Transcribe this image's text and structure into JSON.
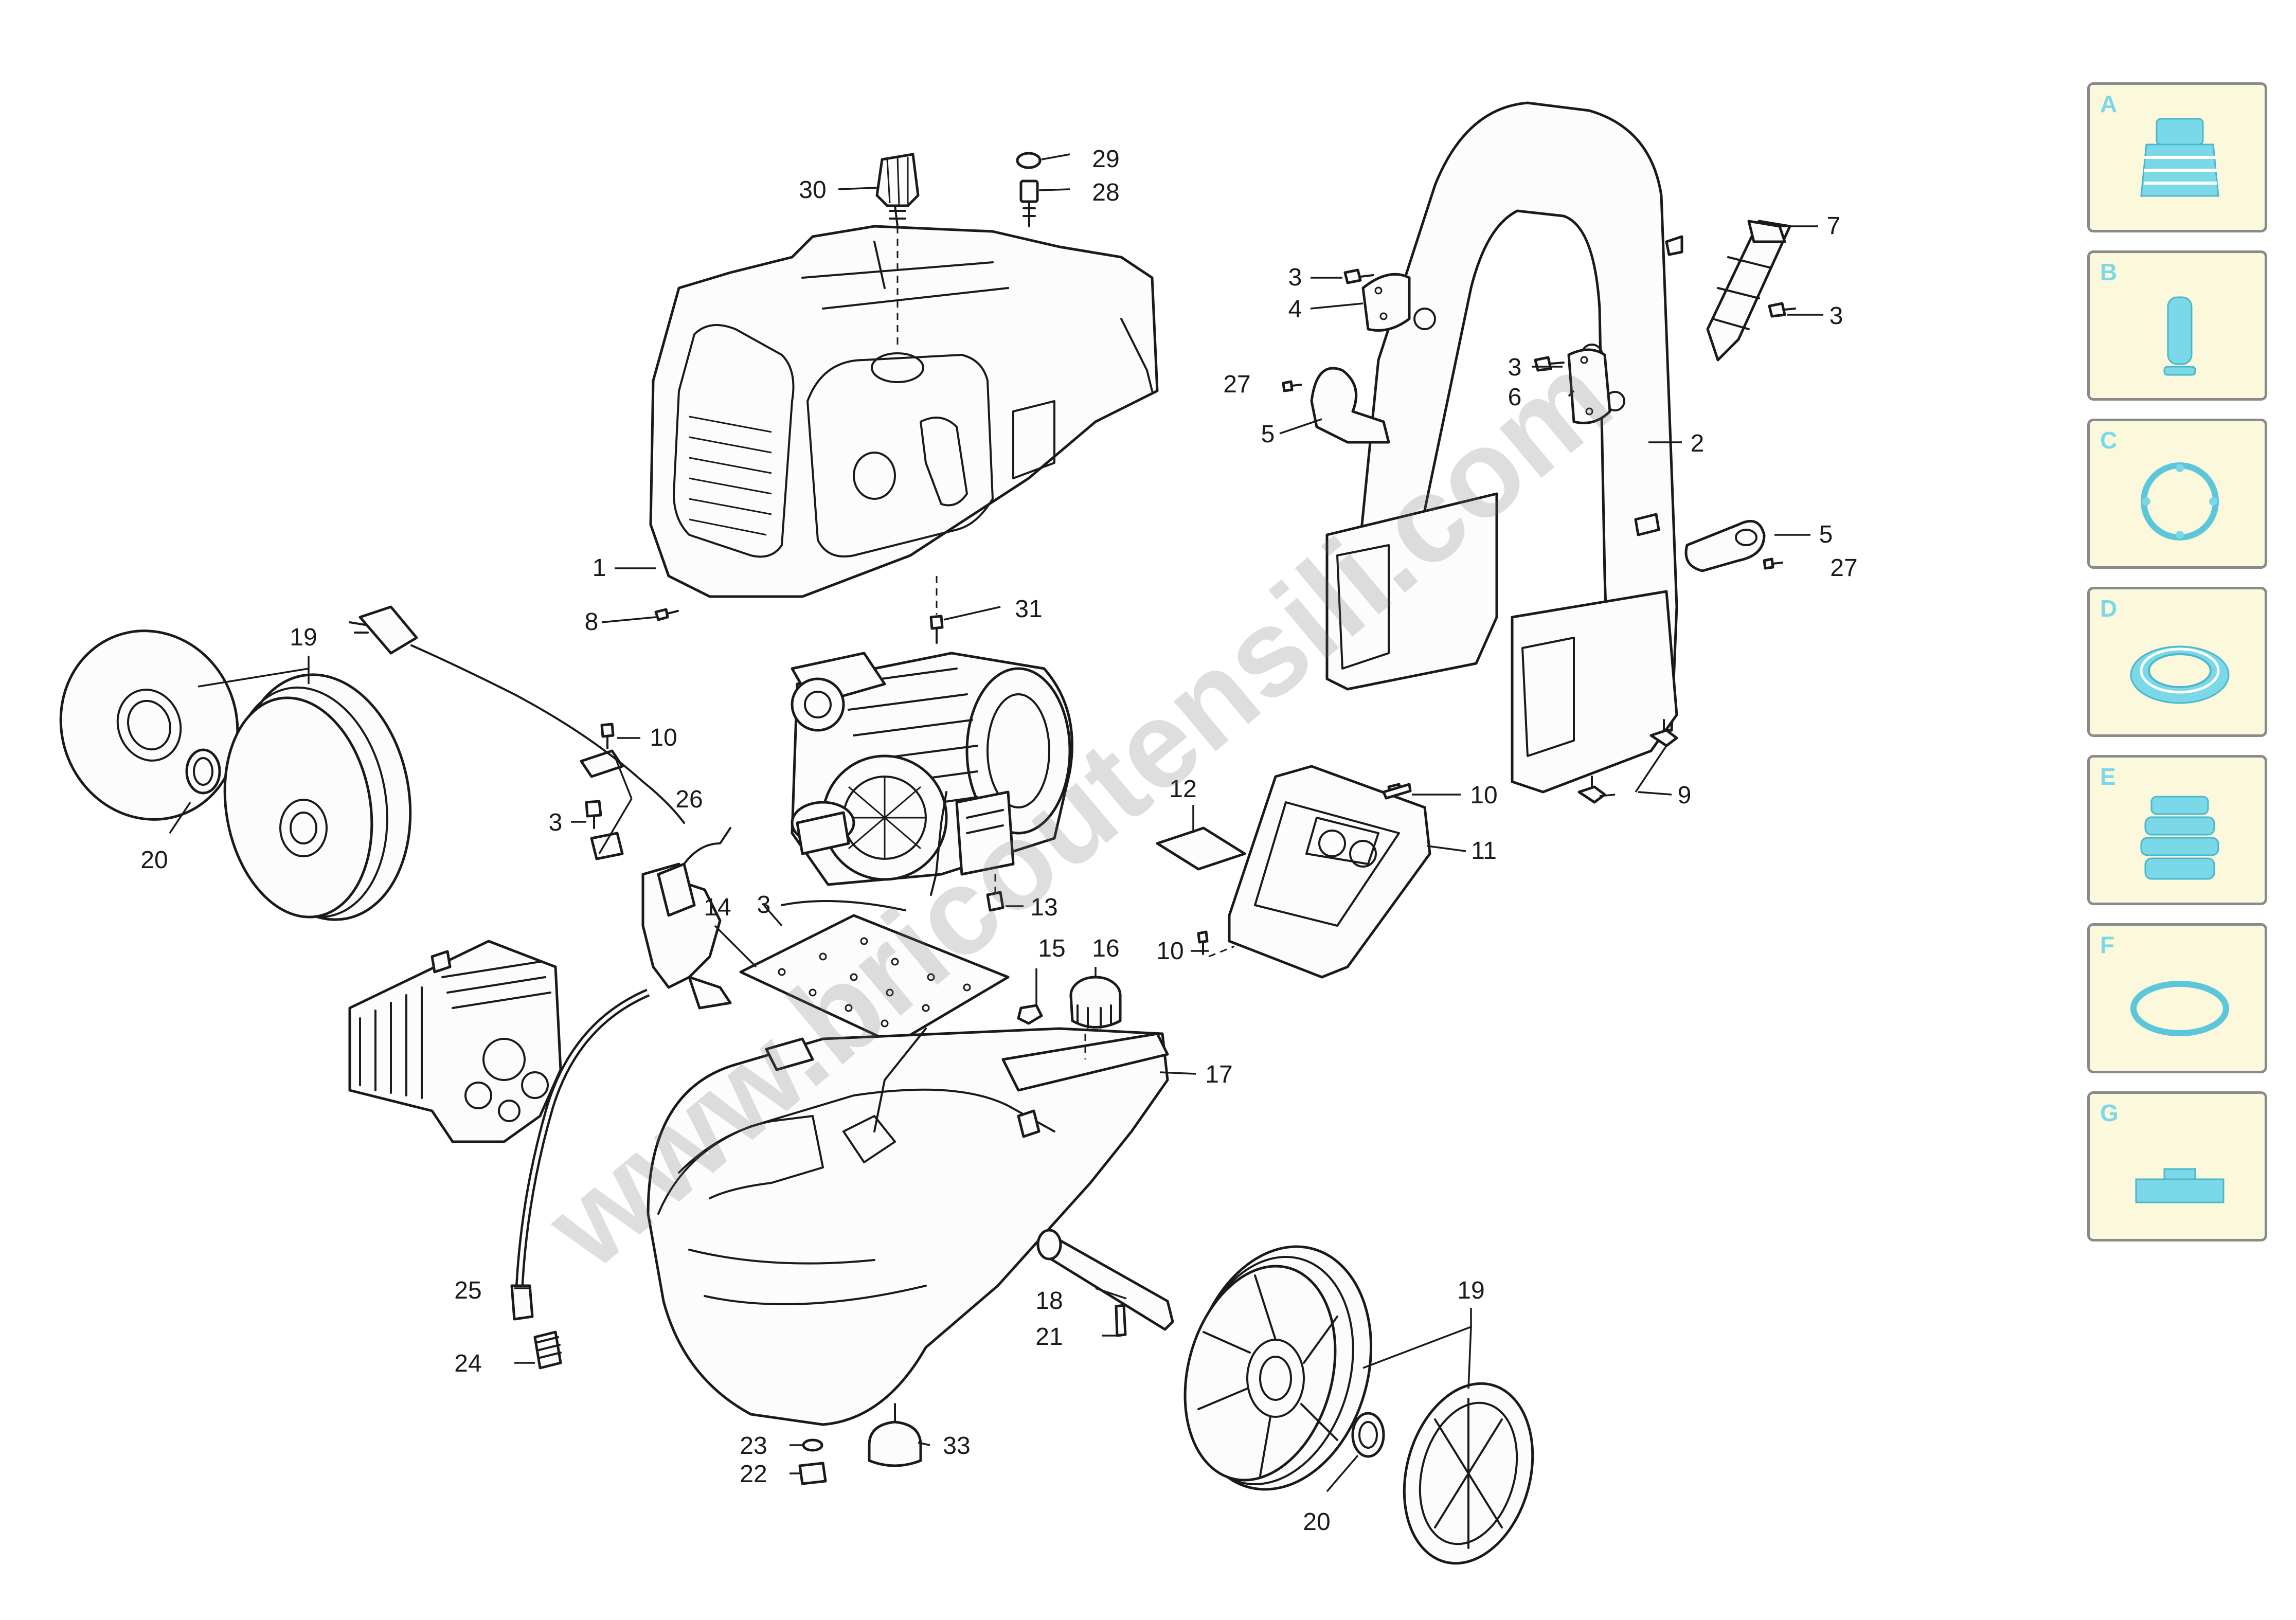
{
  "watermark": "www.bricoutensili.com",
  "callouts": [
    {
      "id": "c1",
      "text": "1"
    },
    {
      "id": "c2",
      "text": "2"
    },
    {
      "id": "c3a",
      "text": "3"
    },
    {
      "id": "c3b",
      "text": "3"
    },
    {
      "id": "c3c",
      "text": "3"
    },
    {
      "id": "c3d",
      "text": "3"
    },
    {
      "id": "c3e",
      "text": "3"
    },
    {
      "id": "c4",
      "text": "4"
    },
    {
      "id": "c5a",
      "text": "5"
    },
    {
      "id": "c5b",
      "text": "5"
    },
    {
      "id": "c6",
      "text": "6"
    },
    {
      "id": "c7",
      "text": "7"
    },
    {
      "id": "c8",
      "text": "8"
    },
    {
      "id": "c9",
      "text": "9"
    },
    {
      "id": "c10a",
      "text": "10"
    },
    {
      "id": "c10b",
      "text": "10"
    },
    {
      "id": "c10c",
      "text": "10"
    },
    {
      "id": "c11",
      "text": "11"
    },
    {
      "id": "c12",
      "text": "12"
    },
    {
      "id": "c13",
      "text": "13"
    },
    {
      "id": "c14",
      "text": "14"
    },
    {
      "id": "c15",
      "text": "15"
    },
    {
      "id": "c16",
      "text": "16"
    },
    {
      "id": "c17",
      "text": "17"
    },
    {
      "id": "c18",
      "text": "18"
    },
    {
      "id": "c19a",
      "text": "19"
    },
    {
      "id": "c19b",
      "text": "19"
    },
    {
      "id": "c20a",
      "text": "20"
    },
    {
      "id": "c20b",
      "text": "20"
    },
    {
      "id": "c21",
      "text": "21"
    },
    {
      "id": "c22",
      "text": "22"
    },
    {
      "id": "c23",
      "text": "23"
    },
    {
      "id": "c24",
      "text": "24"
    },
    {
      "id": "c25",
      "text": "25"
    },
    {
      "id": "c26",
      "text": "26"
    },
    {
      "id": "c27a",
      "text": "27"
    },
    {
      "id": "c27b",
      "text": "27"
    },
    {
      "id": "c28",
      "text": "28"
    },
    {
      "id": "c29",
      "text": "29"
    },
    {
      "id": "c30",
      "text": "30"
    },
    {
      "id": "c31",
      "text": "31"
    },
    {
      "id": "c33",
      "text": "33"
    }
  ],
  "legend": [
    {
      "letter": "A",
      "icon": "nozzle-icon"
    },
    {
      "letter": "B",
      "icon": "filter-icon"
    },
    {
      "letter": "C",
      "icon": "gasket-ring-icon"
    },
    {
      "letter": "D",
      "icon": "seal-ring-icon"
    },
    {
      "letter": "E",
      "icon": "bellows-icon"
    },
    {
      "letter": "F",
      "icon": "o-ring-icon"
    },
    {
      "letter": "G",
      "icon": "pad-icon"
    }
  ],
  "colors": {
    "legend_bg": "#fbf8dc",
    "legend_icon": "#7ad8e8",
    "line": "#1a1a1a"
  }
}
